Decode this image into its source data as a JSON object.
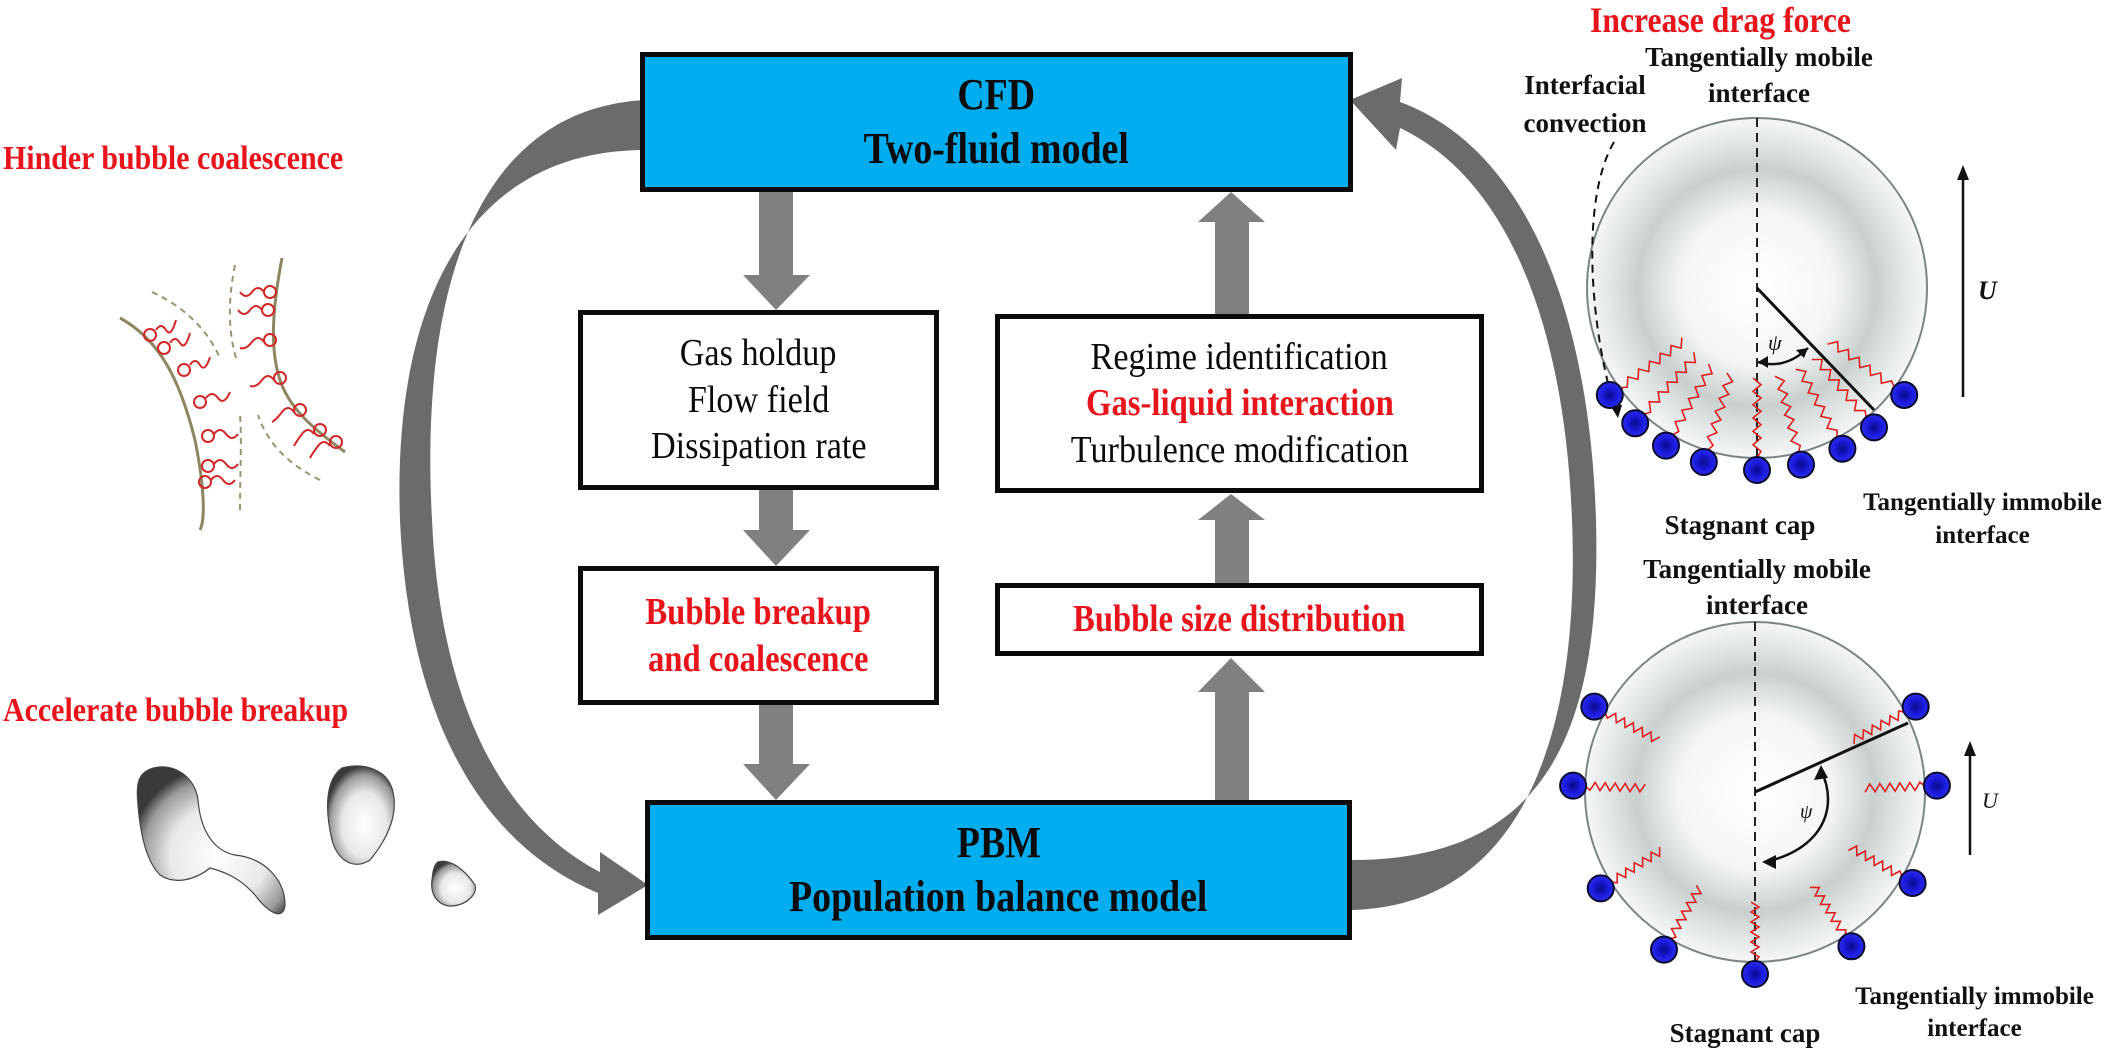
{
  "diagram": {
    "type": "flowchart",
    "colors": {
      "model_box_fill": "#00adef",
      "arrow_gray": "#808080",
      "curved_arrow_gray": "#6b6b6b",
      "highlight_red": "#e8141b",
      "surfactant_ball": "#1a1adb",
      "surfactant_tail": "#e02020"
    },
    "cfd_box": {
      "title": "CFD",
      "subtitle": "Two-fluid model"
    },
    "pbm_box": {
      "title": "PBM",
      "subtitle": "Population balance model"
    },
    "cfd_outputs_box": {
      "lines": [
        "Gas holdup",
        "Flow field",
        "Dissipation rate"
      ]
    },
    "breakup_box": {
      "lines": [
        "Bubble breakup",
        "and coalescence"
      ]
    },
    "closure_box": {
      "lines": [
        {
          "text": "Regime identification",
          "highlight": false
        },
        {
          "text": "Gas-liquid interaction",
          "highlight": true
        },
        {
          "text": "Turbulence modification",
          "highlight": false
        }
      ]
    },
    "bsd_box": {
      "text": "Bubble size distribution"
    },
    "flows": [
      {
        "from": "CFD",
        "to": "cfd_outputs",
        "kind": "straight-down"
      },
      {
        "from": "cfd_outputs",
        "to": "breakup",
        "kind": "straight-down"
      },
      {
        "from": "breakup",
        "to": "PBM",
        "kind": "straight-down"
      },
      {
        "from": "PBM",
        "to": "bsd",
        "kind": "straight-up"
      },
      {
        "from": "bsd",
        "to": "closure",
        "kind": "straight-up"
      },
      {
        "from": "closure",
        "to": "CFD",
        "kind": "straight-up"
      },
      {
        "from": "CFD",
        "to": "PBM",
        "kind": "curved-left"
      },
      {
        "from": "PBM",
        "to": "CFD",
        "kind": "curved-right"
      }
    ]
  },
  "left_panel": {
    "hinder_label": "Hinder bubble coalescence",
    "accelerate_label": "Accelerate bubble breakup"
  },
  "right_panel": {
    "increase_drag_label": "Increase drag force",
    "top_bubble": {
      "mobile_label_1": "Tangentially mobile",
      "mobile_label_2": "interface",
      "convection_label_1": "Interfacial",
      "convection_label_2": "convection",
      "velocity_label": "U",
      "angle_label": "ψ",
      "stagnant_label": "Stagnant cap",
      "immobile_label_1": "Tangentially immobile",
      "immobile_label_2": "interface"
    },
    "bottom_bubble": {
      "mobile_label_1": "Tangentially mobile",
      "mobile_label_2": "interface",
      "velocity_label": "U",
      "angle_label": "ψ",
      "stagnant_label": "Stagnant cap",
      "immobile_label_1": "Tangentially immobile",
      "immobile_label_2": "interface"
    }
  }
}
